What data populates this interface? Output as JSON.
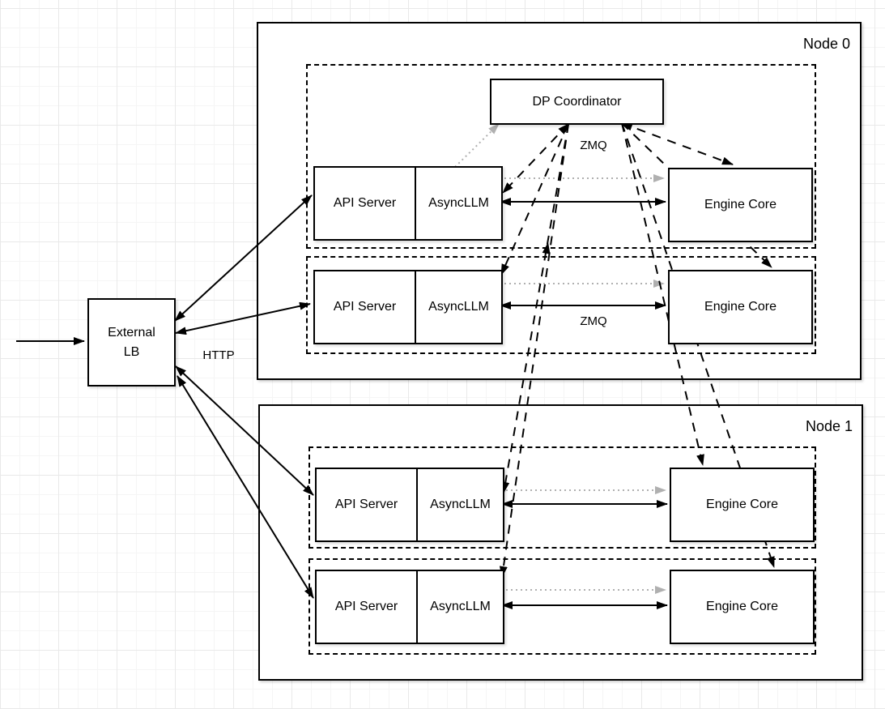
{
  "external_lb": {
    "line1": "External",
    "line2": "LB"
  },
  "dp_coordinator": {
    "label": "DP Coordinator"
  },
  "labels": {
    "http": "HTTP",
    "zmq_top": "ZMQ",
    "zmq_row": "ZMQ"
  },
  "nodes": [
    {
      "title": "Node 0",
      "rows": [
        {
          "api": "API Server",
          "llm": "AsyncLLM",
          "engine": "Engine Core"
        },
        {
          "api": "API Server",
          "llm": "AsyncLLM",
          "engine": "Engine Core"
        }
      ]
    },
    {
      "title": "Node 1",
      "rows": [
        {
          "api": "API Server",
          "llm": "AsyncLLM",
          "engine": "Engine Core"
        },
        {
          "api": "API Server",
          "llm": "AsyncLLM",
          "engine": "Engine Core"
        }
      ]
    }
  ],
  "colors": {
    "line": "#000000",
    "dotted_line": "#b0b0b0",
    "box_fill": "#ffffff",
    "box_border": "#000000"
  },
  "connections": [
    {
      "from": "client",
      "to": "external-lb",
      "style": "solid",
      "arrows": "end"
    },
    {
      "from": "external-lb",
      "to": "node0-row1-api-server",
      "style": "solid",
      "arrows": "both",
      "label": "HTTP"
    },
    {
      "from": "external-lb",
      "to": "node0-row2-api-server",
      "style": "solid",
      "arrows": "both",
      "label": "HTTP"
    },
    {
      "from": "external-lb",
      "to": "node1-row1-api-server",
      "style": "solid",
      "arrows": "both",
      "label": "HTTP"
    },
    {
      "from": "external-lb",
      "to": "node1-row2-api-server",
      "style": "solid",
      "arrows": "both",
      "label": "HTTP"
    },
    {
      "from": "node0-row1-asyncllm",
      "to": "node0-row1-engine-core",
      "style": "solid",
      "arrows": "both",
      "label": "ZMQ"
    },
    {
      "from": "node0-row2-asyncllm",
      "to": "node0-row2-engine-core",
      "style": "solid",
      "arrows": "both",
      "label": "ZMQ"
    },
    {
      "from": "node1-row1-asyncllm",
      "to": "node1-row1-engine-core",
      "style": "solid",
      "arrows": "both"
    },
    {
      "from": "node1-row2-asyncllm",
      "to": "node1-row2-engine-core",
      "style": "solid",
      "arrows": "both"
    },
    {
      "from": "node0-row1-asyncllm",
      "to": "dp-coordinator",
      "style": "dotted-gray",
      "arrows": "end"
    },
    {
      "from": "node0-row1-asyncllm",
      "to": "node0-row1-engine-core",
      "style": "dotted-gray",
      "arrows": "end"
    },
    {
      "from": "node0-row2-asyncllm",
      "to": "node0-row2-engine-core",
      "style": "dotted-gray",
      "arrows": "end"
    },
    {
      "from": "node1-row1-asyncllm",
      "to": "node1-row1-engine-core",
      "style": "dotted-gray",
      "arrows": "end"
    },
    {
      "from": "node1-row2-asyncllm",
      "to": "node1-row2-engine-core",
      "style": "dotted-gray",
      "arrows": "end"
    },
    {
      "from": "dp-coordinator",
      "to": "node0-row1-asyncllm",
      "style": "dashed",
      "arrows": "both",
      "label": "ZMQ"
    },
    {
      "from": "dp-coordinator",
      "to": "node0-row2-asyncllm",
      "style": "dashed",
      "arrows": "end"
    },
    {
      "from": "dp-coordinator",
      "to": "node1-row1-asyncllm",
      "style": "dashed",
      "arrows": "end"
    },
    {
      "from": "dp-coordinator",
      "to": "node1-row2-asyncllm",
      "style": "dashed",
      "arrows": "end"
    },
    {
      "from": "dp-coordinator",
      "to": "node0-row1-engine-core",
      "style": "dashed",
      "arrows": "both"
    },
    {
      "from": "dp-coordinator",
      "to": "node0-row2-engine-core",
      "style": "dashed",
      "arrows": "end"
    },
    {
      "from": "dp-coordinator",
      "to": "node1-row1-engine-core",
      "style": "dashed",
      "arrows": "end"
    },
    {
      "from": "dp-coordinator",
      "to": "node1-row2-engine-core",
      "style": "dashed",
      "arrows": "end"
    }
  ]
}
